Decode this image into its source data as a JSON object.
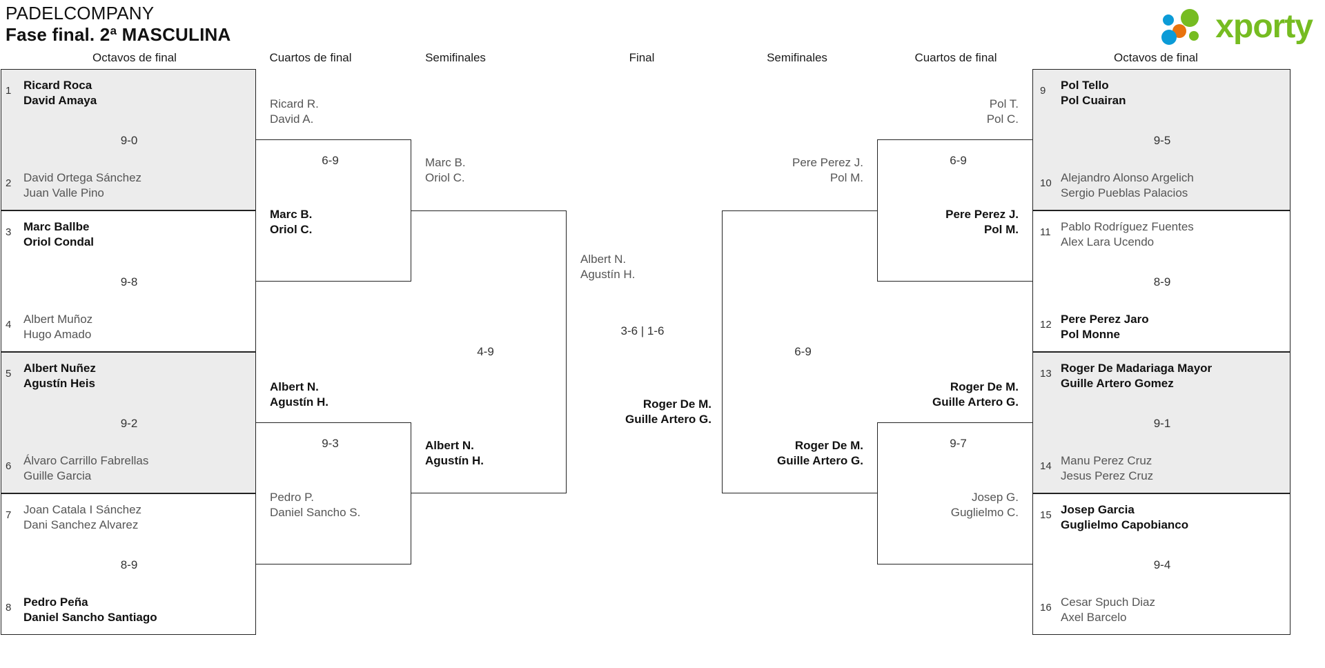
{
  "header": {
    "club": "PADELCOMPANY",
    "phase": "Fase final. 2ª MASCULINA",
    "logo_text": "xporty",
    "logo_colors": {
      "green": "#76BC21",
      "blue": "#0B9BD7",
      "orange": "#E8730C"
    }
  },
  "round_labels": {
    "left_r16": "Octavos de final",
    "left_qf": "Cuartos de final",
    "left_sf": "Semifinales",
    "final": "Final",
    "right_sf": "Semifinales",
    "right_qf": "Cuartos de final",
    "right_r16": "Octavos de final"
  },
  "left": {
    "r16": [
      {
        "score": "9-0",
        "top": {
          "seed": "1",
          "p1": "Ricard Roca",
          "p2": "David Amaya",
          "winner": true
        },
        "bottom": {
          "seed": "2",
          "p1": "David Ortega Sánchez",
          "p2": "Juan Valle Pino",
          "winner": false
        }
      },
      {
        "score": "9-8",
        "top": {
          "seed": "3",
          "p1": "Marc Ballbe",
          "p2": "Oriol Condal",
          "winner": true
        },
        "bottom": {
          "seed": "4",
          "p1": "Albert Muñoz",
          "p2": "Hugo Amado",
          "winner": false
        }
      },
      {
        "score": "9-2",
        "top": {
          "seed": "5",
          "p1": "Albert Nuñez",
          "p2": "Agustín Heis",
          "winner": true
        },
        "bottom": {
          "seed": "6",
          "p1": "Álvaro Carrillo Fabrellas",
          "p2": "Guille Garcia",
          "winner": false
        }
      },
      {
        "score": "8-9",
        "top": {
          "seed": "7",
          "p1": "Joan Catala I Sánchez",
          "p2": "Dani Sanchez Alvarez",
          "winner": false
        },
        "bottom": {
          "seed": "8",
          "p1": "Pedro Peña",
          "p2": "Daniel Sancho Santiago",
          "winner": true
        }
      }
    ],
    "qf": [
      {
        "score": "6-9",
        "top": {
          "p1": "Ricard R.",
          "p2": "David A.",
          "winner": false
        },
        "bottom": {
          "p1": "Marc B.",
          "p2": "Oriol C.",
          "winner": true
        }
      },
      {
        "score": "9-3",
        "top": {
          "p1": "Albert N.",
          "p2": "Agustín H.",
          "winner": true
        },
        "bottom": {
          "p1": "Pedro P.",
          "p2": "Daniel Sancho S.",
          "winner": false
        }
      }
    ],
    "sf": [
      {
        "score": "4-9",
        "top": {
          "p1": "Marc B.",
          "p2": "Oriol C.",
          "winner": false
        },
        "bottom": {
          "p1": "Albert N.",
          "p2": "Agustín H.",
          "winner": true
        }
      }
    ]
  },
  "final": {
    "score": "3-6 | 1-6",
    "top": {
      "p1": "Albert N.",
      "p2": "Agustín H.",
      "winner": false
    },
    "bottom": {
      "p1": "Roger De M.",
      "p2": "Guille Artero G.",
      "winner": true
    }
  },
  "right": {
    "r16": [
      {
        "score": "9-5",
        "top": {
          "seed": "9",
          "p1": "Pol Tello",
          "p2": "Pol Cuairan",
          "winner": true
        },
        "bottom": {
          "seed": "10",
          "p1": "Alejandro Alonso Argelich",
          "p2": "Sergio Pueblas Palacios",
          "winner": false
        }
      },
      {
        "score": "8-9",
        "top": {
          "seed": "11",
          "p1": "Pablo Rodríguez Fuentes",
          "p2": "Alex Lara Ucendo",
          "winner": false
        },
        "bottom": {
          "seed": "12",
          "p1": "Pere Perez Jaro",
          "p2": "Pol Monne",
          "winner": true
        }
      },
      {
        "score": "9-1",
        "top": {
          "seed": "13",
          "p1": "Roger De Madariaga Mayor",
          "p2": "Guille Artero Gomez",
          "winner": true
        },
        "bottom": {
          "seed": "14",
          "p1": "Manu Perez Cruz",
          "p2": "Jesus Perez Cruz",
          "winner": false
        }
      },
      {
        "score": "9-4",
        "top": {
          "seed": "15",
          "p1": "Josep Garcia",
          "p2": "Guglielmo Capobianco",
          "winner": true
        },
        "bottom": {
          "seed": "16",
          "p1": "Cesar Spuch Diaz",
          "p2": "Axel Barcelo",
          "winner": false
        }
      }
    ],
    "qf": [
      {
        "score": "6-9",
        "top": {
          "p1": "Pol T.",
          "p2": "Pol C.",
          "winner": false
        },
        "bottom": {
          "p1": "Pere Perez J.",
          "p2": "Pol M.",
          "winner": true
        }
      },
      {
        "score": "9-7",
        "top": {
          "p1": "Roger De M.",
          "p2": "Guille Artero G.",
          "winner": true
        },
        "bottom": {
          "p1": "Josep G.",
          "p2": "Guglielmo C.",
          "winner": false
        }
      }
    ],
    "sf": [
      {
        "score": "6-9",
        "top": {
          "p1": "Pere Perez J.",
          "p2": "Pol M.",
          "winner": false
        },
        "bottom": {
          "p1": "Roger De M.",
          "p2": "Guille Artero G.",
          "winner": true
        }
      }
    ]
  }
}
